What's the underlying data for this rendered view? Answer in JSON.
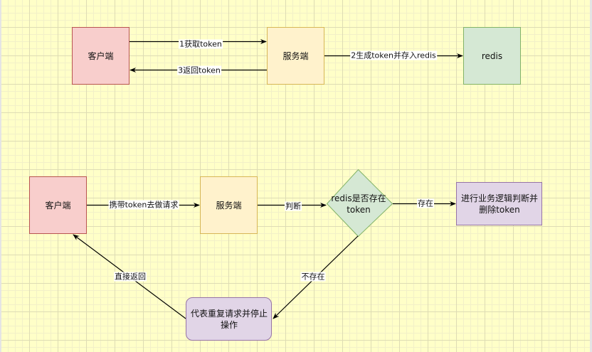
{
  "diagram": {
    "colors": {
      "client_fill": "#f8cecc",
      "client_stroke": "#b85450",
      "server_fill": "#fff2cc",
      "server_stroke": "#d6b656",
      "redis_fill": "#d5e8d4",
      "redis_stroke": "#82b366",
      "action_fill": "#e1d5e7",
      "action_stroke": "#9673a6",
      "edge": "#000000",
      "canvas": "#ffffc8"
    },
    "top_flow": {
      "client": "客户端",
      "server": "服务端",
      "redis": "redis",
      "edge_get_token": "1获取token",
      "edge_store_token": "2生成token并存入redis",
      "edge_return_token": "3返回token"
    },
    "bottom_flow": {
      "client": "客户端",
      "server": "服务端",
      "decision": "redis是否存在token",
      "process": "进行业务逻辑判断并删除token",
      "duplicate": "代表重复请求并停止操作",
      "edge_request": "携带token去做请求",
      "edge_judge": "判断",
      "edge_exists": "存在",
      "edge_not_exists": "不存在",
      "edge_return_directly": "直接返回"
    }
  }
}
